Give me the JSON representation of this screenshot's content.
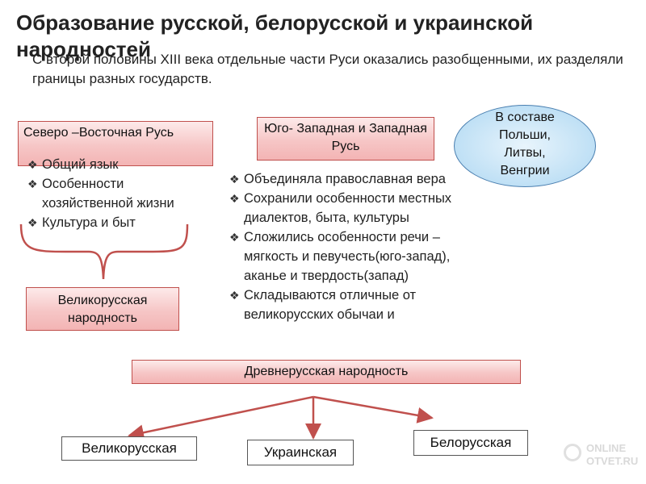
{
  "title": "Образование русской, белорусской и украинской народностей",
  "intro": "С второй половины XIII века отдельные части Руси оказались разобщенными, их разделяли границы разных государств.",
  "boxes": {
    "northeast": "Северо –Восточная Русь",
    "southwest": "Юго- Западная и Западная Русь",
    "ellipse": "В составе Польши, Литвы, Венгрии",
    "great_russian_nation": "Великорусская народность",
    "old_russian_nation": "Древнерусская народность"
  },
  "northeast_bullets": [
    "Общий язык",
    "Особенности хозяйственной жизни",
    "Культура и быт"
  ],
  "southwest_bullets": [
    "Объединяла православная вера",
    "Сохранили особенности местных диалектов, быта, культуры",
    "Сложились особенности речи – мягкость и певучесть(юго-запад), аканье и твердость(запад)",
    "Складываются отличные от великорусских обычаи и"
  ],
  "outcomes": {
    "great_russian": "Великорусская",
    "ukrainian": "Украинская",
    "belarusian": "Белорусская"
  },
  "bullet_glyph": "❖",
  "colors": {
    "pink_border": "#c0504d",
    "pink_fill": "#f6c6c6",
    "ellipse_border": "#4a7fb0",
    "ellipse_fill": "#bfe0f5",
    "connector": "#c0504d"
  },
  "watermark": {
    "line1": "ONLINE",
    "line2": "OTVET.RU"
  }
}
